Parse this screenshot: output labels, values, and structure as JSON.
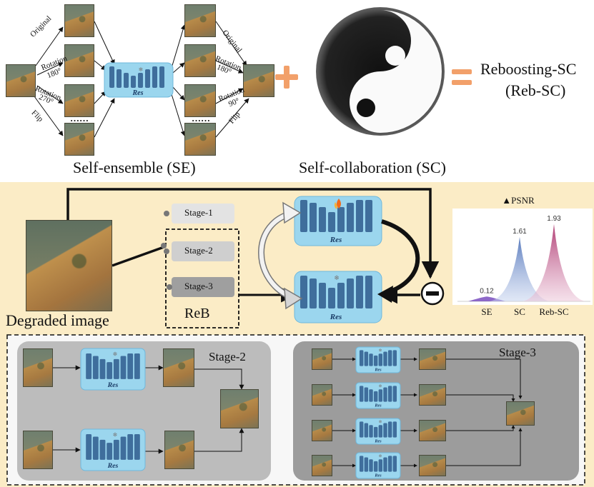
{
  "top": {
    "se_labels": {
      "original": "Original",
      "rotation": "Rotation",
      "deg180": "180°",
      "deg270": "270°",
      "deg90": "90°",
      "flip": "Flip",
      "dots": "……"
    },
    "res_label": "Res",
    "se_caption": "Self-ensemble (SE)",
    "sc_caption": "Self-collaboration (SC)",
    "result_line1": "Reboosting-SC",
    "result_line2": "(Reb-SC)"
  },
  "middle": {
    "degraded_caption": "Degraded image",
    "reb_label": "ReB",
    "stages": [
      "Stage-1",
      "Stage-2",
      "Stage-3"
    ],
    "res_label": "Res"
  },
  "chart_data": {
    "type": "area",
    "title": "▲PSNR",
    "categories": [
      "SE",
      "SC",
      "Reb-SC"
    ],
    "values": [
      0.12,
      1.61,
      1.93
    ],
    "colors": [
      "#7a4fc0",
      "#4f74b8",
      "#b2336e"
    ]
  },
  "bottom": {
    "stage2_title": "Stage-2",
    "stage3_title": "Stage-3",
    "res_label": "Res"
  },
  "colors": {
    "res_fill": "#9bd6ee",
    "res_block": "#3f6e9c",
    "mid_band": "#fbecc6",
    "stage_panel": "#bcbcbc",
    "stage3_panel": "#9c9c9c",
    "plus_orange": "#f2a06a"
  }
}
